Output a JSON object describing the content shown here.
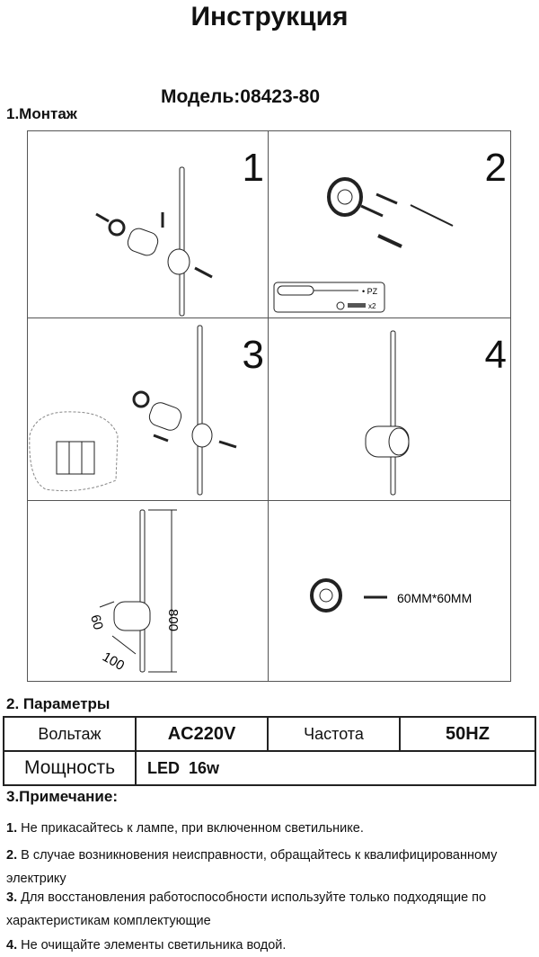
{
  "title": "Инструкция",
  "model": "Модель:08423-80",
  "section1": "1.Монтаж",
  "steps": [
    "1",
    "2",
    "3",
    "4"
  ],
  "tool_labels": {
    "bit": "PZ",
    "count": "x2"
  },
  "dimensions": {
    "length": "800",
    "depth": "60",
    "width": "100"
  },
  "base_size": "60MM*60MM",
  "section2": "2. Параметры",
  "params": {
    "voltage_label": "Вольтаж",
    "voltage": "AC220V",
    "freq_label": "Частота",
    "freq": "50HZ",
    "power_label": "Мощность",
    "power": "LED  16w"
  },
  "section3": "3.Примечание:",
  "notes": [
    {
      "n": "1.",
      "t": " Не прикасайтесь к лампе, при включенном светильнике."
    },
    {
      "n": "2.",
      "t": " В случае возникновения неисправности, обращайтесь к квалифицированному электрику"
    },
    {
      "n": "3.",
      "t": " Для восстановления работоспособности используйте только подходящие по характеристикам комплектующие"
    },
    {
      "n": "4.",
      "t": " Не очищайте элементы светильника водой."
    }
  ]
}
